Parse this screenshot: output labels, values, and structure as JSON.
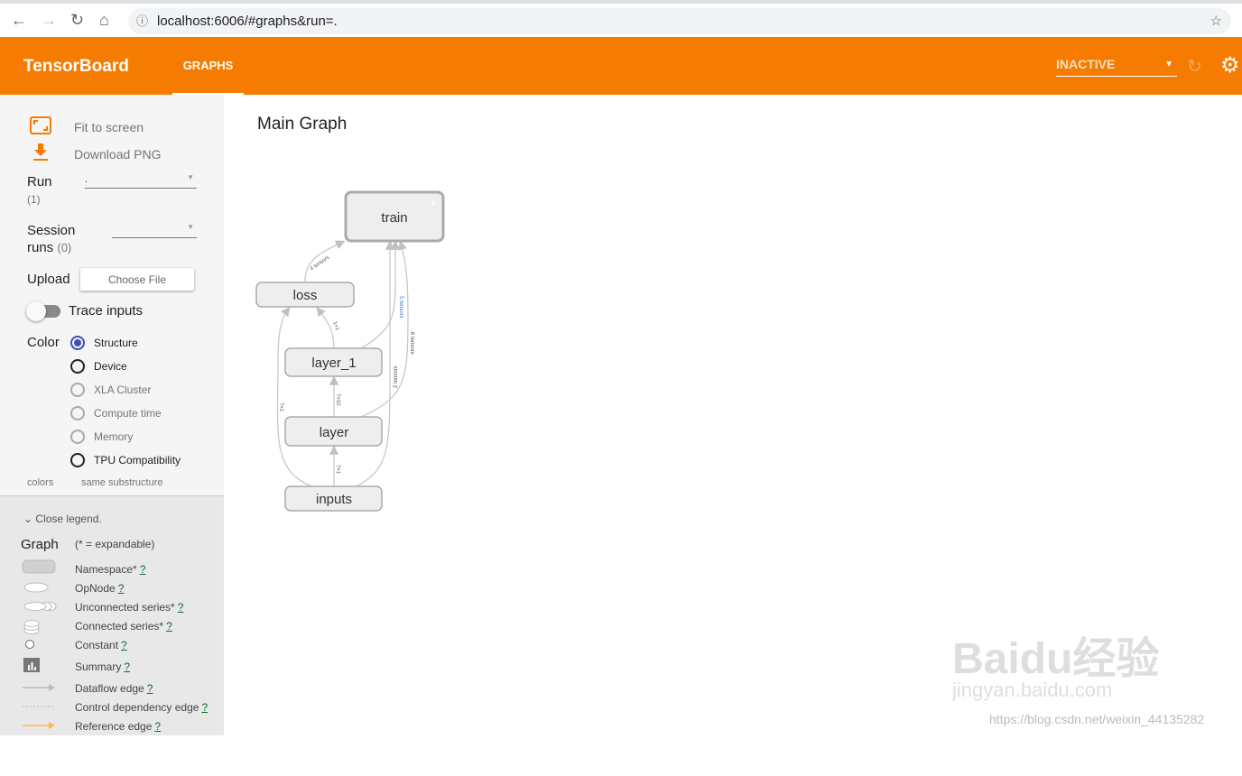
{
  "browser": {
    "url": "localhost:6006/#graphs&run=."
  },
  "header": {
    "brand": "TensorBoard",
    "tab": "GRAPHS",
    "run_status": "INACTIVE"
  },
  "sidebar": {
    "fit_to_screen": "Fit to screen",
    "download_png": "Download PNG",
    "run_label": "Run",
    "run_count": "(1)",
    "run_value": ".",
    "session_label1": "Session",
    "session_label2": "runs",
    "session_count": "(0)",
    "upload_label": "Upload",
    "choose_file": "Choose File",
    "trace_inputs": "Trace inputs",
    "trace_inputs_on": false,
    "color_label": "Color",
    "color_options": [
      "Structure",
      "Device",
      "XLA Cluster",
      "Compute time",
      "Memory",
      "TPU Compatibility"
    ],
    "color_selected": "Structure",
    "colors_label": "colors",
    "colors_value": "same substructure"
  },
  "legend": {
    "close": "Close legend.",
    "title": "Graph",
    "expandable": "(* = expandable)",
    "help": "?",
    "items": [
      "Namespace*",
      "OpNode",
      "Unconnected series*",
      "Connected series*",
      "Constant",
      "Summary",
      "Dataflow edge",
      "Control dependency edge",
      "Reference edge"
    ]
  },
  "main": {
    "title": "Main Graph",
    "nodes": {
      "train": "train",
      "loss": "loss",
      "layer_1": "layer_1",
      "layer": "layer",
      "inputs": "inputs"
    },
    "edge_labels": {
      "loss_train": "4 tensors",
      "layer1_loss": "1×1",
      "inputs_loss": "?×1",
      "layer_layer1": "?×10",
      "inputs_layer": "?×1",
      "inputs_train": "2 tensors",
      "layer1_train": "5 tensors",
      "layer_train": "6 tensors"
    }
  },
  "watermark": {
    "brand": "Baidu经验",
    "site": "jingyan.baidu.com",
    "url": "https://blog.csdn.net/weixin_44135282"
  }
}
